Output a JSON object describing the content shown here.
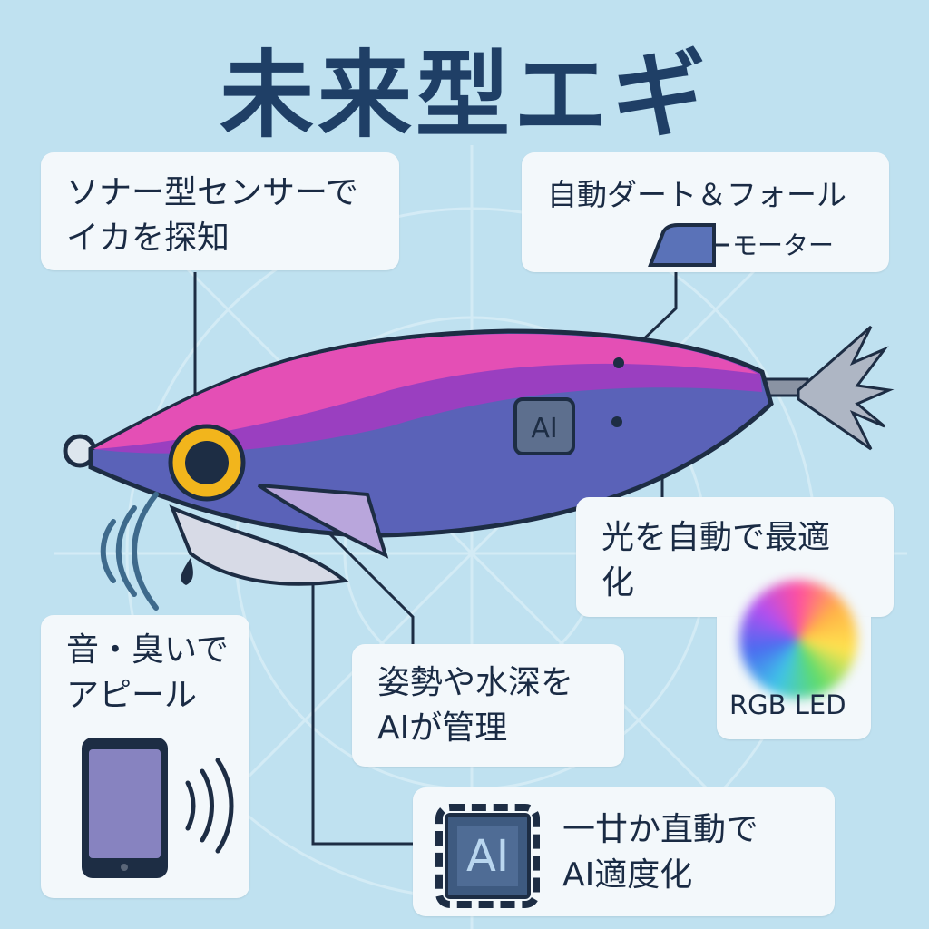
{
  "title": "未来型エギ",
  "callouts": {
    "sonar": {
      "line1": "ソナー型センサーで",
      "line2": "イカを探知"
    },
    "dart": {
      "label": "自動ダート＆フォール",
      "motor_label": "モーター"
    },
    "light": {
      "line1": "光を自動で最適",
      "line2": "化",
      "led_label": "RGB LED"
    },
    "sound": {
      "line1": "音・臭いで",
      "line2": "アピール"
    },
    "posture": {
      "line1": "姿勢や水深を",
      "line2": "AIが管理"
    },
    "chip": {
      "line1": "一廿か直動で",
      "line2": "AI適度化",
      "chip_label": "AI"
    }
  },
  "lure": {
    "ai_badge": "AI"
  },
  "colors": {
    "background": "#bfe1f0",
    "title": "#1f3f66",
    "body_pink": "#e44fb5",
    "body_purple": "#9a3fc0",
    "body_blue": "#5a62b8",
    "eye": "#f2b51c"
  }
}
